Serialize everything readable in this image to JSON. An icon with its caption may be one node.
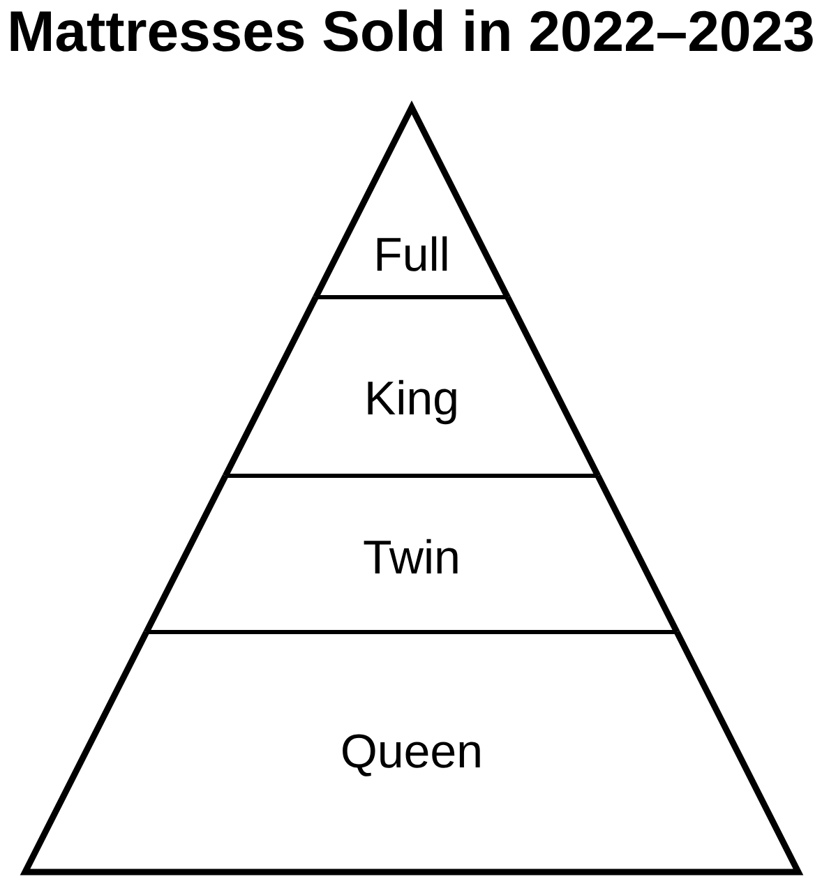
{
  "diagram": {
    "title": "Mattresses Sold in 2022–2023",
    "nodes": [
      {
        "text": [
          "Full"
        ]
      },
      {
        "text": [
          "King"
        ]
      },
      {
        "text": [
          "Twin"
        ]
      },
      {
        "text": [
          "Queen"
        ]
      }
    ]
  }
}
